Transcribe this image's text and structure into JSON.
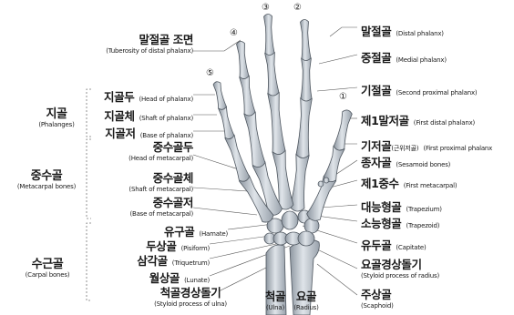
{
  "finger_numbers": [
    "①",
    "②",
    "③",
    "④",
    "⑤"
  ],
  "groups": {
    "phalanges": {
      "ko": "지골",
      "en": "(Phalanges)"
    },
    "metacarpals": {
      "ko": "중수골",
      "en": "(Metacarpal bones)"
    },
    "carpals": {
      "ko": "수근골",
      "en": "(Carpal bones)"
    }
  },
  "left_labels": {
    "tuberosity": {
      "ko": "말절골 조면",
      "en": "(Tuberosity of distal phalanx)"
    },
    "head_phalanx": {
      "ko": "지골두",
      "en": "(Head of phalanx)"
    },
    "shaft_phalanx": {
      "ko": "지골체",
      "en": "(Shaft of phalanx)"
    },
    "base_phalanx": {
      "ko": "지골저",
      "en": "(Base of phalanx)"
    },
    "head_meta": {
      "ko": "중수골두",
      "en": "(Head of metacarpal)"
    },
    "shaft_meta": {
      "ko": "중수골체",
      "en": "(Shaft of metacarpal)"
    },
    "base_meta": {
      "ko": "중수골저",
      "en": "(Base of metacarpal)"
    },
    "hamate": {
      "ko": "유구골",
      "en": "(Hamate)"
    },
    "pisiform": {
      "ko": "두상골",
      "en": "(Pisiform)"
    },
    "triquetrum": {
      "ko": "삼각골",
      "en": "(Triquetrum)"
    },
    "lunate": {
      "ko": "월상골",
      "en": "(Lunate)"
    },
    "styloid_ulna": {
      "ko": "척골경상돌기",
      "en": "(Styloid process of ulna)"
    }
  },
  "bottom_labels": {
    "ulna": {
      "ko": "척골",
      "en": "(Ulna)"
    },
    "radius": {
      "ko": "요골",
      "en": "(Radius)"
    }
  },
  "right_labels": {
    "distal_phalanx": {
      "ko": "말절골",
      "en": "(Distal phalanx)"
    },
    "medial_phalanx": {
      "ko": "중절골",
      "en": "(Medial phalanx)"
    },
    "second_proximal": {
      "ko": "기절골",
      "en": "(Second proximal phalanx)"
    },
    "first_distal": {
      "ko": "제1말저골",
      "en": "(First distal phalanx)"
    },
    "first_proximal": {
      "ko": "기저골",
      "ko_small": "(근위저골)",
      "en": "(First proximal phalanx"
    },
    "sesamoid": {
      "ko": "종자골",
      "en": "(Sesamoid bones)"
    },
    "first_meta": {
      "ko": "제1중수",
      "en": "(First metacarpal)"
    },
    "trapezium": {
      "ko": "대능형골",
      "en": "(Trapezium)"
    },
    "trapezoid": {
      "ko": "소능형골",
      "en": "(Trapezoid)"
    },
    "capitate": {
      "ko": "유두골",
      "en": "(Capitate)"
    },
    "styloid_radius": {
      "ko": "요골경상돌기",
      "en": "(Styloid process of radius)"
    },
    "scaphoid": {
      "ko": "주상골",
      "en": "(Scaphoid)"
    }
  }
}
